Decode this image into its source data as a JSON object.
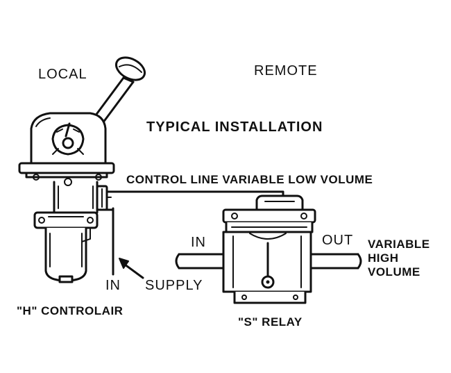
{
  "labels": {
    "local": "LOCAL",
    "remote": "REMOTE",
    "title": "TYPICAL INSTALLATION",
    "control_line": "CONTROL LINE VARIABLE LOW VOLUME",
    "relay_in": "IN",
    "relay_out": "OUT",
    "variable": "VARIABLE",
    "high": "HIGH",
    "volume": "VOLUME",
    "controlair_in": "IN",
    "supply": "SUPPLY",
    "controlair_name": "\"H\" CONTROLAIR",
    "relay_name": "\"S\" RELAY"
  },
  "icons": {
    "controlair": "manual-lever-valve-icon",
    "relay": "pneumatic-relay-icon",
    "pointer": "arrow-icon"
  }
}
